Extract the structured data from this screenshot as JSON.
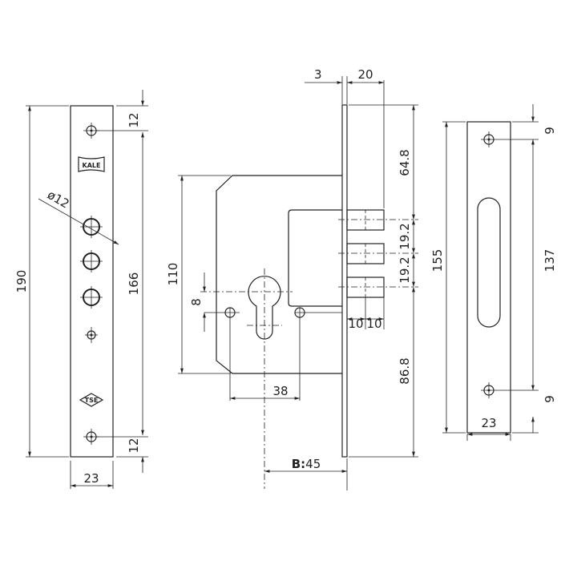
{
  "title": "Mortise lock technical drawing",
  "faceplate": {
    "logo_brand": "KALE",
    "logo_cert": "TSE",
    "dims": {
      "height": "190",
      "screw_span": "166",
      "top_offset": "12",
      "bottom_offset": "12",
      "width": "23",
      "hole_diameter": "ø12"
    }
  },
  "lock_body": {
    "dims": {
      "plate_thickness": "3",
      "bolt_projection": "20",
      "top_to_bolt": "64.8",
      "bolt_pitch_1": "19.2",
      "bolt_pitch_2": "19.2",
      "bolt_to_bottom": "86.8",
      "case_height": "110",
      "cylinder_offset": "8",
      "hole_spacing": "38",
      "backset_label": "B:",
      "backset_value": "45",
      "bolt_seg_1": "10",
      "bolt_seg_2": "10"
    }
  },
  "strike_plate": {
    "dims": {
      "height": "155",
      "screw_span": "137",
      "top_offset": "9",
      "bottom_offset": "9",
      "width": "23"
    }
  }
}
